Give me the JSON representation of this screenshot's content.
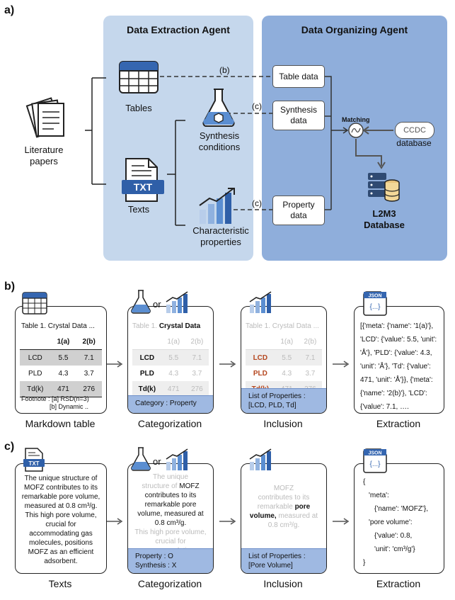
{
  "panel_a": {
    "label": "a)",
    "extraction_agent_title": "Data Extraction Agent",
    "organizing_agent_title": "Data Organizing Agent",
    "literature_label_1": "Literature",
    "literature_label_2": "papers",
    "tables_label": "Tables",
    "texts_label": "Texts",
    "synthesis_label_1": "Synthesis",
    "synthesis_label_2": "conditions",
    "characteristic_label_1": "Characteristic",
    "characteristic_label_2": "properties",
    "txt_icon_text": "TXT",
    "edge_b": "(b)",
    "edge_c1": "(c)",
    "edge_c2": "(c)",
    "table_data": "Table data",
    "synthesis_data_1": "Synthesis",
    "synthesis_data_2": "data",
    "property_data_1": "Property",
    "property_data_2": "data",
    "matching_label": "Matching",
    "ccdc_label": "CCDC",
    "database_label": "database",
    "l2m3_label_1": "L2M3",
    "l2m3_label_2": "Database"
  },
  "panel_b": {
    "label": "b)",
    "table_title_prefix": "Table 1. Crystal Data ...",
    "col_1a": "1(a)",
    "col_2b": "2(b)",
    "rows": [
      {
        "name": "LCD",
        "v1": "5.5",
        "v2": "7.1"
      },
      {
        "name": "PLD",
        "v1": "4.3",
        "v2": "3.7"
      },
      {
        "name": "Td(k)",
        "v1": "471",
        "v2": "276"
      }
    ],
    "footnote_1": "Footnote : [a] RSD(n=3)",
    "footnote_2": "[b] Dynamic ..",
    "cat_title_faded": "Table 1.",
    "cat_title_bold": "Crystal Data",
    "cat_footer": "Category : Property",
    "inc_title": "Table 1. Crystal Data ...",
    "inc_footer_1": "List of Properties :",
    "inc_footer_2": "[LCD, PLD, Td]",
    "or_text": "or",
    "json_icon": "JSON",
    "json_braces": "{...}",
    "extraction_json": [
      "[{'meta': {'name': '1(a)'},",
      "'LCD': {'value': 5.5, 'unit':",
      "'Å'}, 'PLD': {'value': 4.3,",
      "'unit': 'Å'}, 'Td': {'value':",
      "471, 'unit': 'Å'}}, {'meta':",
      "{'name': '2(b)'}, 'LCD':",
      "{'value': 7.1, …."
    ],
    "captions": [
      "Markdown table",
      "Categorization",
      "Inclusion",
      "Extraction"
    ]
  },
  "panel_c": {
    "label": "c)",
    "txt_icon": "TXT",
    "texts_body": "The unique structure of MOFZ contributes to its remarkable pore volume, measured at 0.8 cm³/g. This high pore volume, crucial for accommodating gas molecules, positions MOFZ as an efficient adsorbent.",
    "cat_faded_1": "The unique",
    "cat_faded_2": "structure of",
    "cat_bold_mofz": "MOFZ",
    "cat_dark": "contributes to its remarkable pore volume, measured at 0.8 cm³/g.",
    "cat_faded_3": "This high pore volume, crucial for accommodating,",
    "cat_footer_1": "Property : O",
    "cat_footer_2": "Synthesis : X",
    "inc_faded_1": "MOFZ",
    "inc_faded_2": "contributes to its",
    "inc_faded_3": "remarkable",
    "inc_bold_1": "pore",
    "inc_bold_2": "volume,",
    "inc_faded_4": "measured at",
    "inc_faded_5": "0.8 cm³/g.",
    "inc_footer_1": "List of Properties :",
    "inc_footer_2": "[Pore Volume]",
    "or_text": "or",
    "json_icon": "JSON",
    "json_braces": "{...}",
    "extraction_lines": [
      "{",
      "'meta':",
      "{'name': 'MOFZ'},",
      "'pore volume':",
      "{'value': 0.8,",
      "'unit': 'cm³/g'}",
      "}"
    ],
    "captions": [
      "Texts",
      "Categorization",
      "Inclusion",
      "Extraction"
    ]
  },
  "colors": {
    "extraction_panel": "#c5d7ec",
    "organizing_panel": "#8faedb",
    "footer_blue": "#9fb9e2",
    "highlight_red": "#b5471f"
  }
}
